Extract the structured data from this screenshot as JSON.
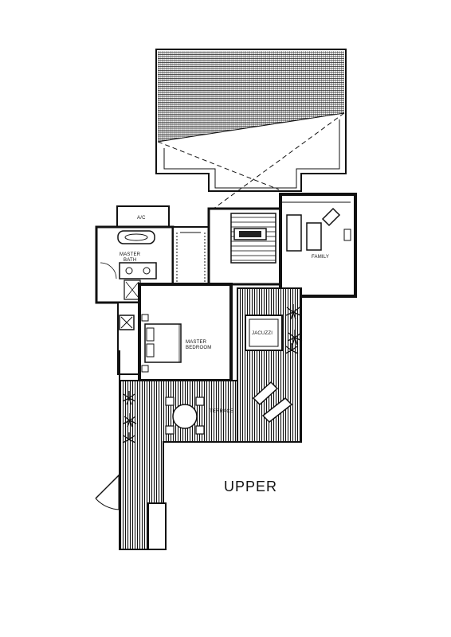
{
  "colors": {
    "line": "#111111",
    "paper": "#ffffff"
  },
  "rooms": {
    "ac": "A/C",
    "master_bath_line1": "MASTER",
    "master_bath_line2": "BATH",
    "family": "FAMILY",
    "jacuzzi": "JACUZZI",
    "master_bedroom_line1": "MASTER",
    "master_bedroom_line2": "BEDROOM",
    "terrace": "TERRACE"
  },
  "floor_label": "UPPER",
  "icons": [
    "plant-icon",
    "door-swing-icon",
    "bathtub-icon",
    "stair-icon",
    "bed-icon",
    "sunlounger-icon",
    "dining-table-icon"
  ]
}
